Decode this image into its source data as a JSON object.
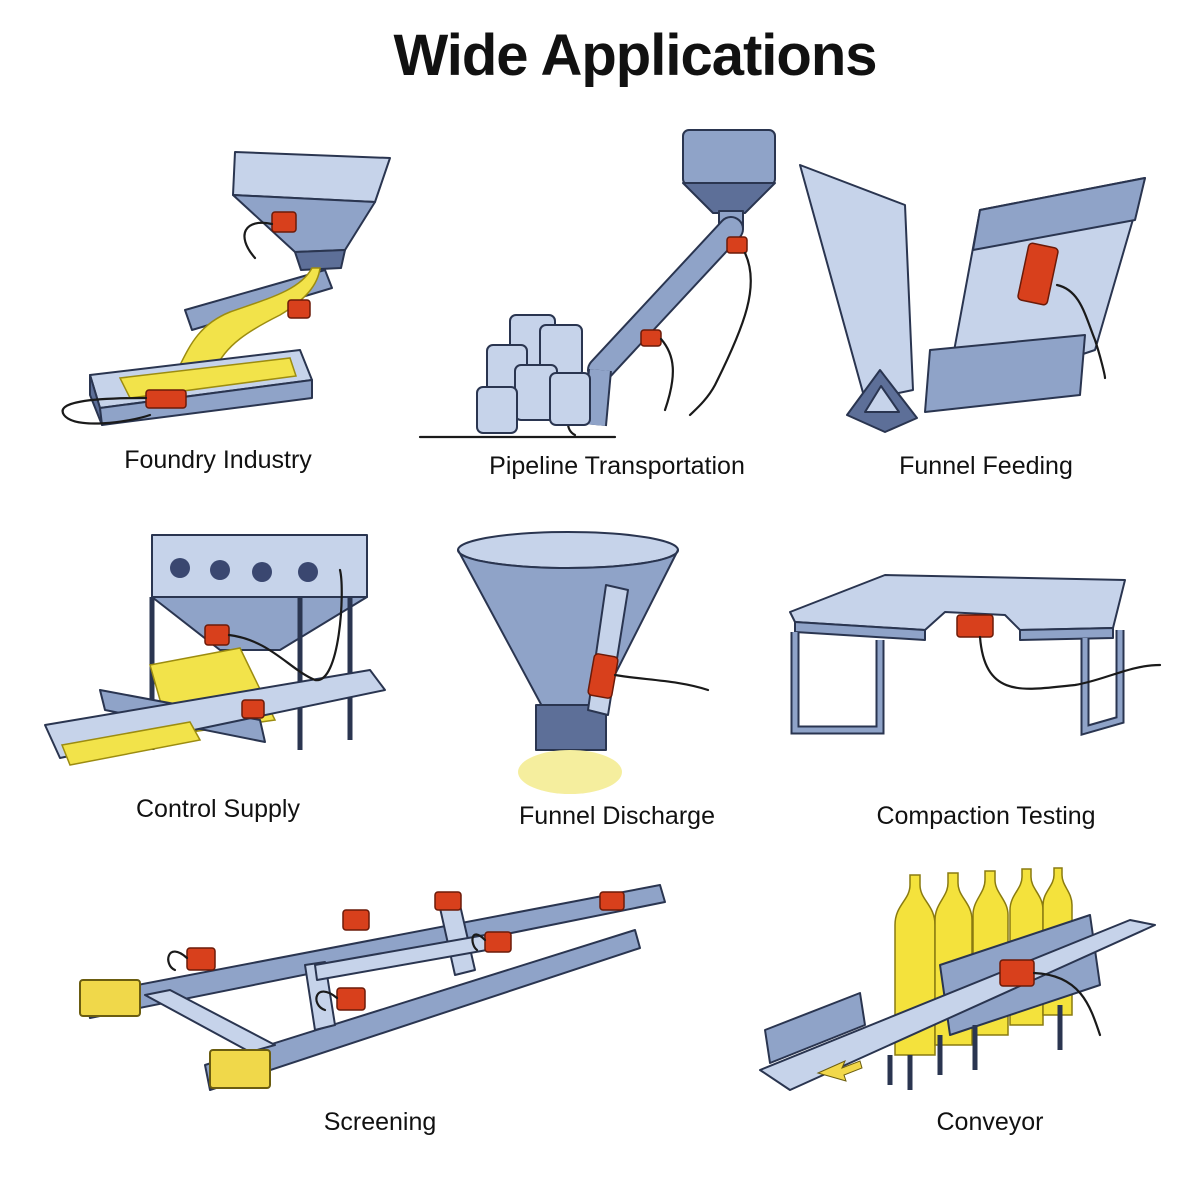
{
  "title": "Wide Applications",
  "applications": [
    {
      "label": "Foundry Industry"
    },
    {
      "label": "Pipeline Transportation"
    },
    {
      "label": "Funnel Feeding"
    },
    {
      "label": "Control Supply"
    },
    {
      "label": "Funnel Discharge"
    },
    {
      "label": "Compaction Testing"
    },
    {
      "label": "Screening"
    },
    {
      "label": "Conveyor"
    }
  ],
  "colors": {
    "steel": "#8fa3c8",
    "material": "#f2e34a",
    "vibrator_motor": "#d8401c"
  }
}
